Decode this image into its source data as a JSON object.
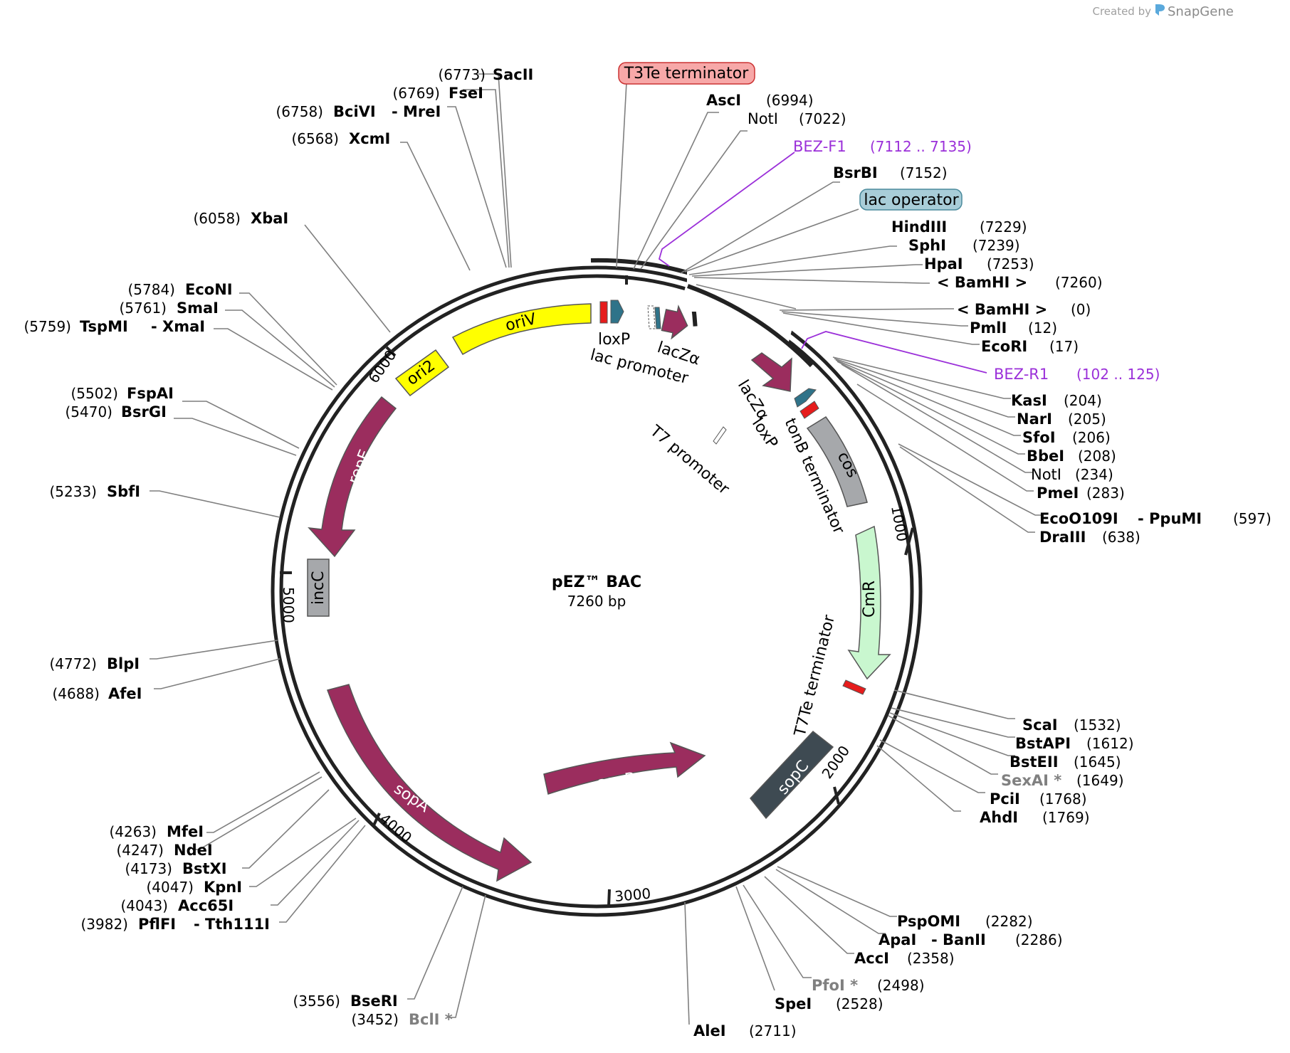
{
  "credit": {
    "created_by": "Created by",
    "brand": "SnapGene"
  },
  "plasmid": {
    "name": "pEZ™ BAC",
    "size": "7260 bp"
  },
  "ticks": [
    "1000",
    "2000",
    "3000",
    "4000",
    "5000",
    "6000"
  ],
  "sites": [
    {
      "id": "s_sacii",
      "name": "SacII",
      "pos": "(6773)"
    },
    {
      "id": "s_fsei",
      "name": "FseI",
      "pos": "(6769)"
    },
    {
      "id": "s_bcivi",
      "name": "BciVI",
      "pos": "(6758)",
      "name2": "- MreI"
    },
    {
      "id": "s_xcmi",
      "name": "XcmI",
      "pos": "(6568)"
    },
    {
      "id": "s_xbai",
      "name": "XbaI",
      "pos": "(6058)"
    },
    {
      "id": "s_econi",
      "name": "EcoNI",
      "pos": "(5784)"
    },
    {
      "id": "s_smai",
      "name": "SmaI",
      "pos": "(5761)"
    },
    {
      "id": "s_tspmi",
      "name": "TspMI",
      "pos": "(5759)",
      "name2": "- XmaI"
    },
    {
      "id": "s_fspai",
      "name": "FspAI",
      "pos": "(5502)"
    },
    {
      "id": "s_bsrgi",
      "name": "BsrGI",
      "pos": "(5470)"
    },
    {
      "id": "s_sbfi",
      "name": "SbfI",
      "pos": "(5233)"
    },
    {
      "id": "s_blpi",
      "name": "BlpI",
      "pos": "(4772)"
    },
    {
      "id": "s_afei",
      "name": "AfeI",
      "pos": "(4688)"
    },
    {
      "id": "s_mfei",
      "name": "MfeI",
      "pos": "(4263)"
    },
    {
      "id": "s_ndei",
      "name": "NdeI",
      "pos": "(4247)"
    },
    {
      "id": "s_bstxi",
      "name": "BstXI",
      "pos": "(4173)"
    },
    {
      "id": "s_kpni",
      "name": "KpnI",
      "pos": "(4047)"
    },
    {
      "id": "s_acc65i",
      "name": "Acc65I",
      "pos": "(4043)"
    },
    {
      "id": "s_pflfi",
      "name": "PflFI",
      "pos": "(3982)",
      "name2": "- Tth111I"
    },
    {
      "id": "s_bseri",
      "name": "BseRI",
      "pos": "(3556)"
    },
    {
      "id": "s_bcli",
      "name": "BclI *",
      "pos": "(3452)"
    },
    {
      "id": "s_alei",
      "name": "AleI",
      "pos": "(2711)"
    },
    {
      "id": "s_spei",
      "name": "SpeI",
      "pos": "(2528)"
    },
    {
      "id": "s_pfoi",
      "name": "PfoI *",
      "pos": "(2498)"
    },
    {
      "id": "s_acci",
      "name": "AccI",
      "pos": "(2358)"
    },
    {
      "id": "s_apai",
      "name": "ApaI",
      "pos": "(2286)",
      "name2": "- BanII"
    },
    {
      "id": "s_pspomi",
      "name": "PspOMI",
      "pos": "(2282)"
    },
    {
      "id": "s_ahdi",
      "name": "AhdI",
      "pos": "(1769)"
    },
    {
      "id": "s_pcii",
      "name": "PciI",
      "pos": "(1768)"
    },
    {
      "id": "s_sexai",
      "name": "SexAI *",
      "pos": "(1649)"
    },
    {
      "id": "s_bsteii",
      "name": "BstEII",
      "pos": "(1645)"
    },
    {
      "id": "s_bstapi",
      "name": "BstAPI",
      "pos": "(1612)"
    },
    {
      "id": "s_scai",
      "name": "ScaI",
      "pos": "(1532)"
    },
    {
      "id": "s_draiii",
      "name": "DraIII",
      "pos": "(638)"
    },
    {
      "id": "s_eco0109i",
      "name": "EcoO109I",
      "pos": "(597)",
      "name2": "- PpuMI"
    },
    {
      "id": "s_pmei",
      "name": "PmeI",
      "pos": "(283)"
    },
    {
      "id": "s_noti2",
      "name": "NotI",
      "pos": "(234)"
    },
    {
      "id": "s_bbei",
      "name": "BbeI",
      "pos": "(208)"
    },
    {
      "id": "s_sfoi",
      "name": "SfoI",
      "pos": "(206)"
    },
    {
      "id": "s_nari",
      "name": "NarI",
      "pos": "(205)"
    },
    {
      "id": "s_kasi",
      "name": "KasI",
      "pos": "(204)"
    },
    {
      "id": "s_ecori",
      "name": "EcoRI",
      "pos": "(17)"
    },
    {
      "id": "s_pmli",
      "name": "PmlI",
      "pos": "(12)"
    },
    {
      "id": "s_bamhi0",
      "name": "< BamHI >",
      "pos": "(0)"
    },
    {
      "id": "s_bamhi7260",
      "name": "< BamHI >",
      "pos": "(7260)"
    },
    {
      "id": "s_hpai",
      "name": "HpaI",
      "pos": "(7253)"
    },
    {
      "id": "s_sphi",
      "name": "SphI",
      "pos": "(7239)"
    },
    {
      "id": "s_hindiii",
      "name": "HindIII",
      "pos": "(7229)"
    },
    {
      "id": "s_bsrbi",
      "name": "BsrBI",
      "pos": "(7152)"
    },
    {
      "id": "s_noti1",
      "name": "NotI",
      "pos": "(7022)"
    },
    {
      "id": "s_asci",
      "name": "AscI",
      "pos": "(6994)"
    }
  ],
  "primers": [
    {
      "id": "p_bezf1",
      "name": "BEZ-F1",
      "pos": "(7112 .. 7135)"
    },
    {
      "id": "p_bezr1",
      "name": "BEZ-R1",
      "pos": "(102 .. 125)"
    }
  ],
  "boxed_features": [
    {
      "id": "f_t3te",
      "name": "T3Te terminator",
      "color": "#f7a8a8"
    },
    {
      "id": "f_lacop",
      "name": "lac operator",
      "color": "#a8cdd8"
    }
  ],
  "features": {
    "oriV": "oriV",
    "ori2": "ori2",
    "repE": "repE",
    "incC": "incC",
    "sopA": "sopA",
    "sopB": "sopB",
    "sopC": "sopC",
    "CmR": "CmR",
    "cos": "cos",
    "loxP_top": "loxP",
    "lac_promoter": "lac promoter",
    "lacZa_top": "lacZα",
    "lacZa_right": "lacZα",
    "loxP_right": "loxP",
    "tonB": "tonB terminator",
    "T7_promoter": "T7 promoter",
    "T7Te": "T7Te terminator"
  },
  "colors": {
    "yellow": "#ffff00",
    "maroon": "#9b2d5e",
    "grey": "#a6a8ab",
    "dark": "#3e4a52",
    "light_green": "#c9f7cf",
    "red": "#e61c1c",
    "teal": "#2f7389"
  }
}
